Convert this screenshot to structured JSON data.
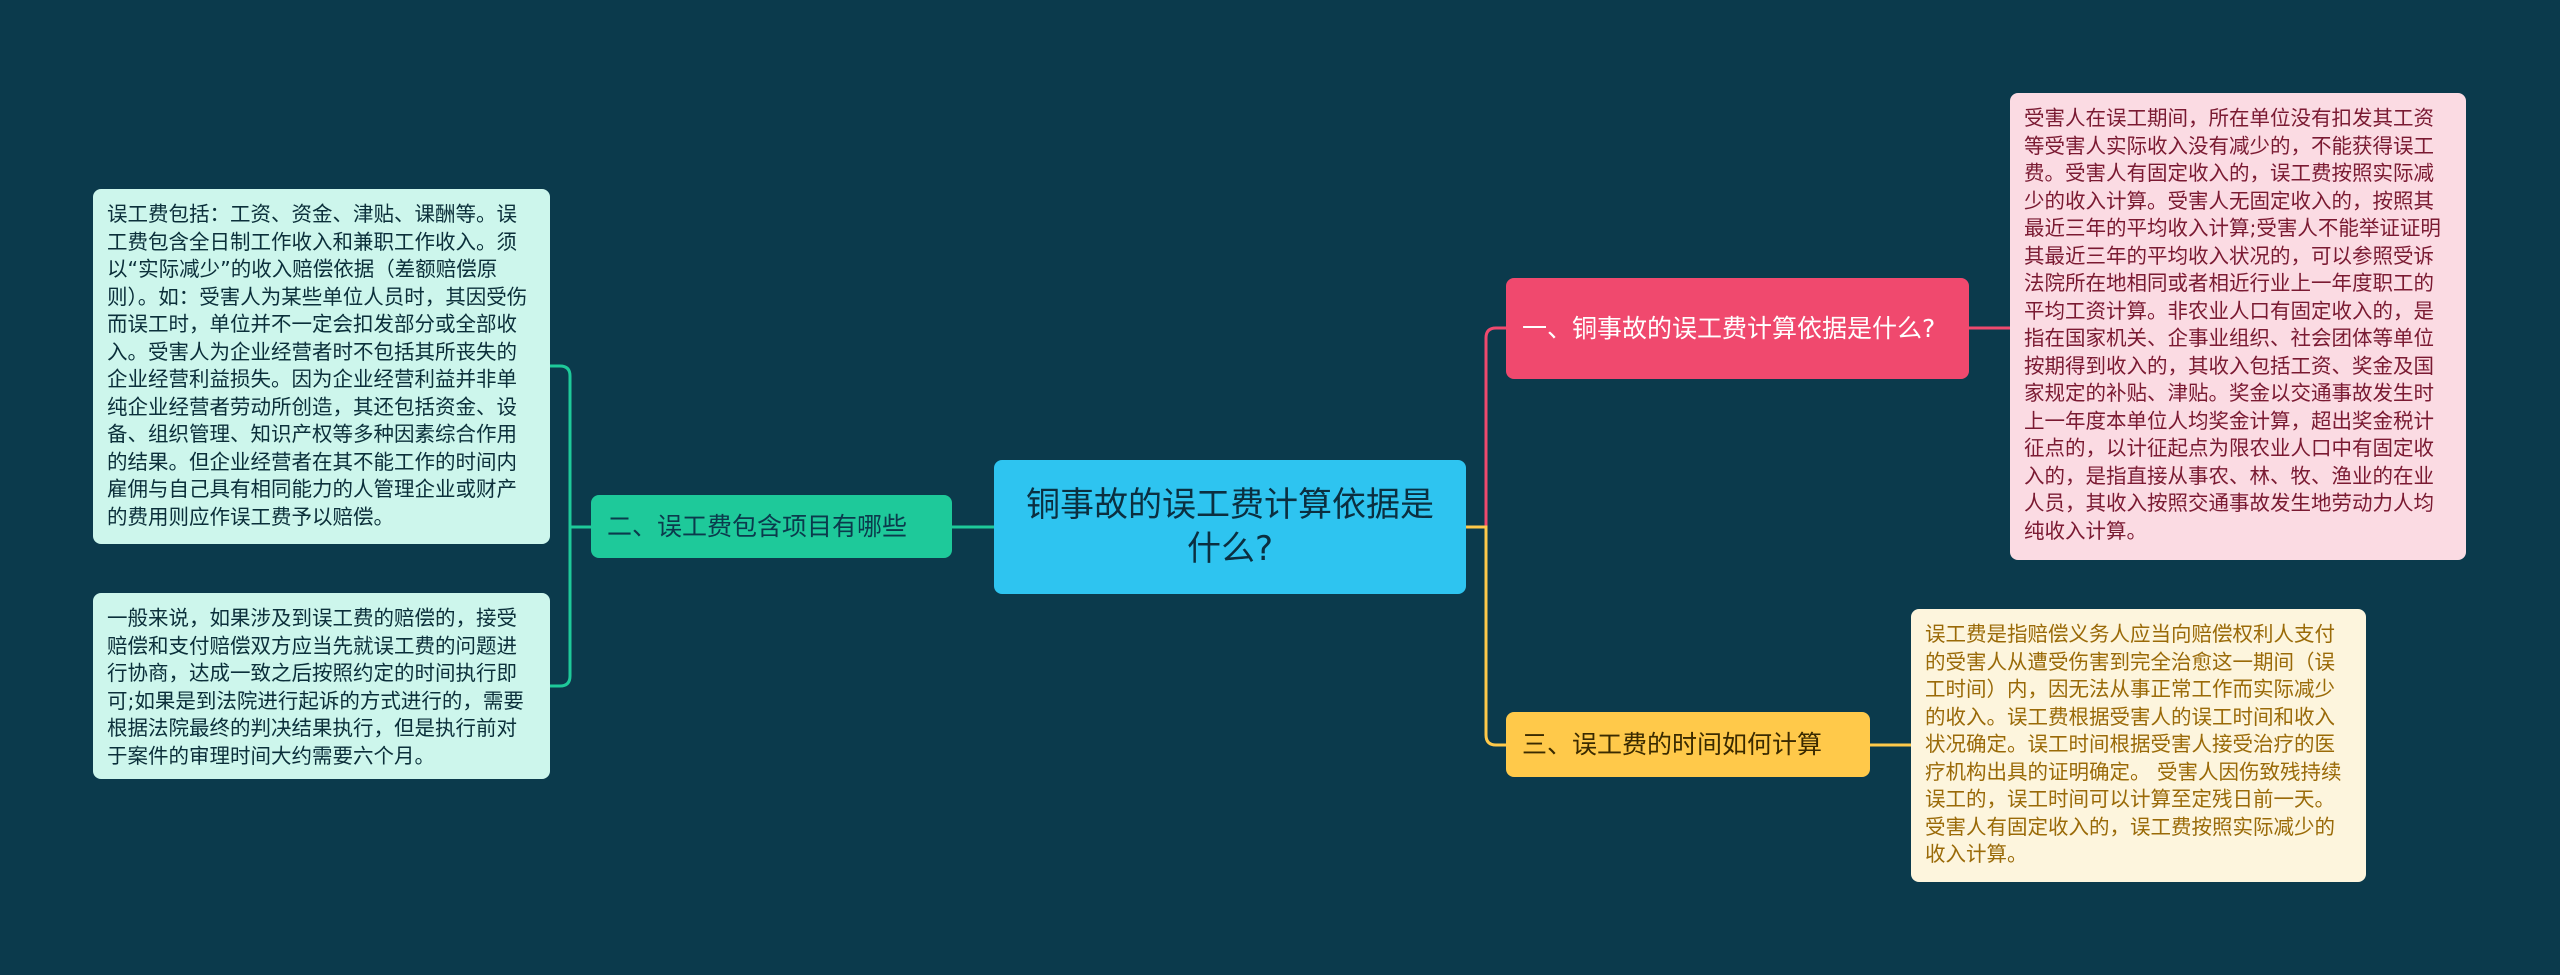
{
  "center": {
    "title": "铜事故的误工费计算依据是什么?"
  },
  "branches": [
    {
      "label": "一、铜事故的误工费计算依据是什么?",
      "color": "#f0496e",
      "details": [
        "受害人在误工期间，所在单位没有扣发其工资等受害人实际收入没有减少的，不能获得误工费。受害人有固定收入的，误工费按照实际减少的收入计算。受害人无固定收入的，按照其最近三年的平均收入计算;受害人不能举证证明其最近三年的平均收入状况的，可以参照受诉法院所在地相同或者相近行业上一年度职工的平均工资计算。非农业人口有固定收入的，是指在国家机关、企事业组织、社会团体等单位按期得到收入的，其收入包括工资、奖金及国家规定的补贴、津贴。奖金以交通事故发生时上一年度本单位人均奖金计算，超出奖金税计征点的，以计征起点为限农业人口中有固定收入的，是指直接从事农、林、牧、渔业的在业人员，其收入按照交通事故发生地劳动力人均纯收入计算。"
      ]
    },
    {
      "label": "二、误工费包含项目有哪些",
      "color": "#1ec99a",
      "details": [
        "误工费包括：工资、资金、津贴、课酬等。误工费包含全日制工作收入和兼职工作收入。须以“实际减少”的收入赔偿依据（差额赔偿原则）。如：受害人为某些单位人员时，其因受伤而误工时，单位并不一定会扣发部分或全部收入。受害人为企业经营者时不包括其所丧失的企业经营利益损失。因为企业经营利益并非单纯企业经营者劳动所创造，其还包括资金、设备、组织管理、知识产权等多种因素综合作用的结果。但企业经营者在其不能工作的时间内雇佣与自己具有相同能力的人管理企业或财产的费用则应作误工费予以赔偿。",
        "一般来说，如果涉及到误工费的赔偿的，接受赔偿和支付赔偿双方应当先就误工费的问题进行协商，达成一致之后按照约定的时间执行即可;如果是到法院进行起诉的方式进行的，需要根据法院最终的判决结果执行，但是执行前对于案件的审理时间大约需要六个月。"
      ]
    },
    {
      "label": "三、误工费的时间如何计算",
      "color": "#ffc94a",
      "details": [
        "误工费是指赔偿义务人应当向赔偿权利人支付的受害人从遭受伤害到完全治愈这一期间（误工时间）内，因无法从事正常工作而实际减少的收入。误工费根据受害人的误工时间和收入状况确定。误工时间根据受害人接受治疗的医疗机构出具的证明确定。 受害人因伤致残持续误工的，误工时间可以计算至定残日前一天。受害人有固定收入的，误工费按照实际减少的收入计算。"
      ]
    }
  ]
}
